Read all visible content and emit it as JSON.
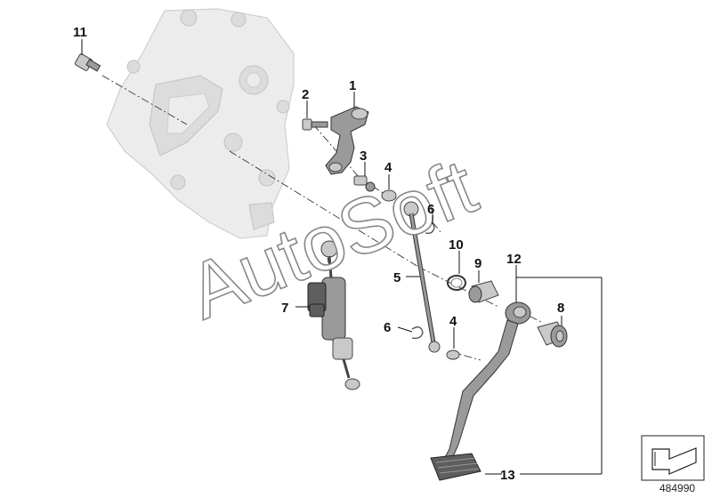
{
  "diagram": {
    "callouts": {
      "c1": "1",
      "c2": "2",
      "c3": "3",
      "c4a": "4",
      "c4b": "4",
      "c5": "5",
      "c6a": "6",
      "c6b": "6",
      "c7": "7",
      "c8": "8",
      "c9": "9",
      "c10": "10",
      "c11": "11",
      "c12": "12",
      "c13": "13"
    },
    "watermark": "AutoSoft",
    "document_number": "484990"
  }
}
